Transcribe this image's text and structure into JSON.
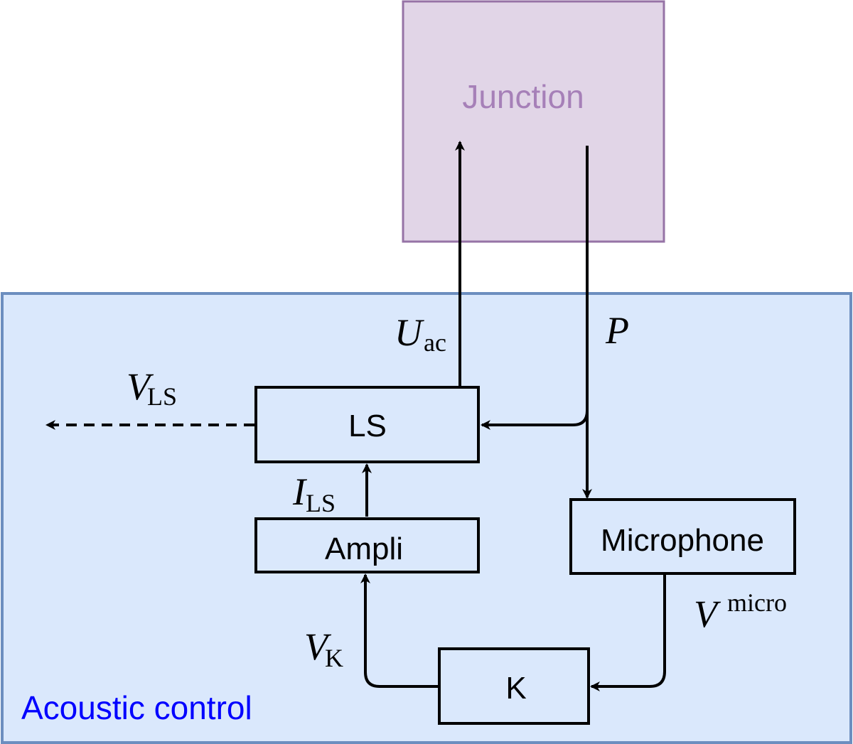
{
  "colors": {
    "region_fill": "#dae8fc",
    "region_stroke": "#6c8ebf",
    "junction_fill": "#e1d5e7",
    "junction_stroke": "#9673a6",
    "junction_text": "#a680b8",
    "region_label": "#0000ff",
    "line": "#000000"
  },
  "region": {
    "label": "Acoustic control"
  },
  "junction": {
    "label": "Junction"
  },
  "blocks": {
    "ls": "LS",
    "ampli": "Ampli",
    "microphone": "Microphone",
    "k": "K"
  },
  "signals": {
    "u_ac": {
      "symbol": "U",
      "sub": "ac"
    },
    "p": {
      "symbol": "P"
    },
    "v_ls": {
      "symbol": "V",
      "sub": "LS"
    },
    "i_ls": {
      "symbol": "I",
      "sub": "LS"
    },
    "v_micro": {
      "symbol": "V",
      "sup": "micro"
    },
    "v_k": {
      "symbol": "V",
      "sub": "K"
    }
  }
}
